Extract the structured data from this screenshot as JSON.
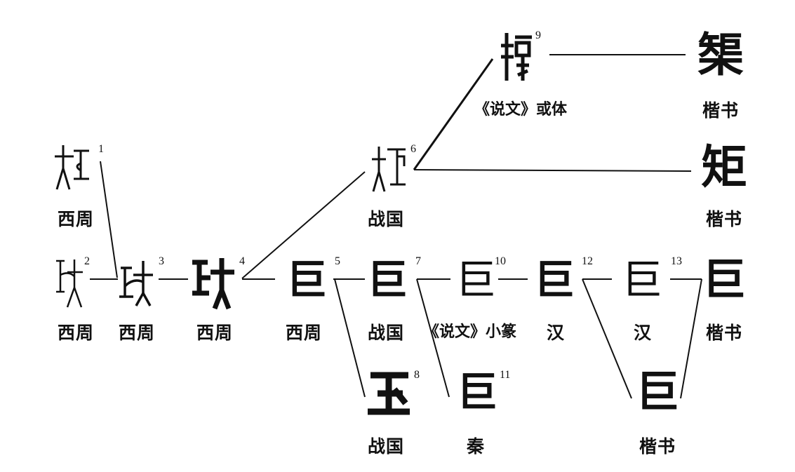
{
  "title": "Evolution of the characters 巨 / 矩 / 榘",
  "nodes": [
    {
      "num": "1",
      "label": "西周"
    },
    {
      "num": "2",
      "label": "西周"
    },
    {
      "num": "3",
      "label": "西周"
    },
    {
      "num": "4",
      "label": "西周"
    },
    {
      "num": "5",
      "label": "西周",
      "glyph": "巨"
    },
    {
      "num": "6",
      "label": "战国"
    },
    {
      "num": "7",
      "label": "战国",
      "glyph": "巨"
    },
    {
      "num": "8",
      "label": "战国"
    },
    {
      "num": "9",
      "label": "《说文》或体"
    },
    {
      "num": "10",
      "label": "《说文》小篆",
      "glyph": "巨"
    },
    {
      "num": "11",
      "label": "秦",
      "glyph": "巨"
    },
    {
      "num": "12",
      "label": "汉",
      "glyph": "巨"
    },
    {
      "num": "13",
      "label": "汉",
      "glyph": "巨"
    }
  ],
  "modern": [
    {
      "glyph": "榘",
      "label": "楷书"
    },
    {
      "glyph": "矩",
      "label": "楷书"
    },
    {
      "glyph": "巨",
      "label": "楷书"
    },
    {
      "glyph": "巨",
      "label": "楷书"
    }
  ]
}
